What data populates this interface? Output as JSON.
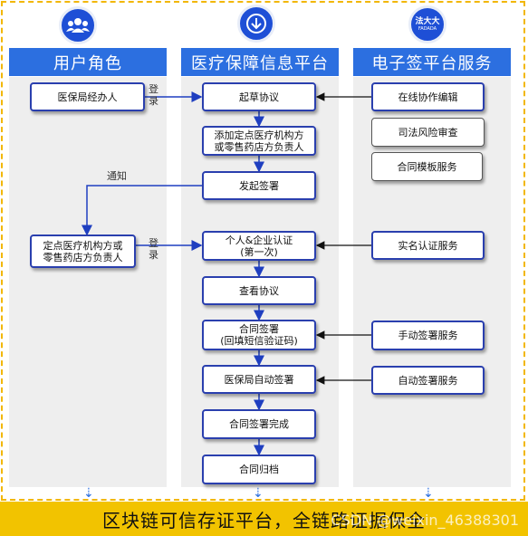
{
  "columns": {
    "user": "用户角色",
    "medical": "医疗保障信息平台",
    "esign": "电子签平台服务"
  },
  "icons": {
    "user": "users-icon",
    "medical": "down-arrow-icon",
    "esign_logo": "法大大",
    "esign_logo_sub": "FADADA"
  },
  "user_boxes": {
    "handler": "医保局经办人",
    "responsible": "定点医疗机构方或\n零售药店方负责人"
  },
  "flow": {
    "draft": "起草协议",
    "add": "添加定点医疗机构方\n或零售药店方负责人",
    "initiate": "发起签署",
    "auth": "个人&企业认证\n(第一次)",
    "view": "查看协议",
    "sign": "合同签署\n(回填短信验证码)",
    "auto": "医保局自动签署",
    "done": "合同签署完成",
    "archive": "合同归档"
  },
  "services": {
    "online_edit": "在线协作编辑",
    "legal": "司法风险审查",
    "template": "合同模板服务",
    "realname": "实名认证服务",
    "manual": "手动签署服务",
    "auto_sign": "自动签署服务"
  },
  "edge_labels": {
    "login1": "登录",
    "notify": "通知",
    "login2": "登录"
  },
  "bottom_banner": "区块链可信存证平台，全链路证据保全",
  "watermark": "CSDN @weixin_46388301",
  "colors": {
    "accent": "#2c6fe0",
    "border": "#2a3fae",
    "banner": "#f2c300",
    "frame": "#f2b705"
  }
}
